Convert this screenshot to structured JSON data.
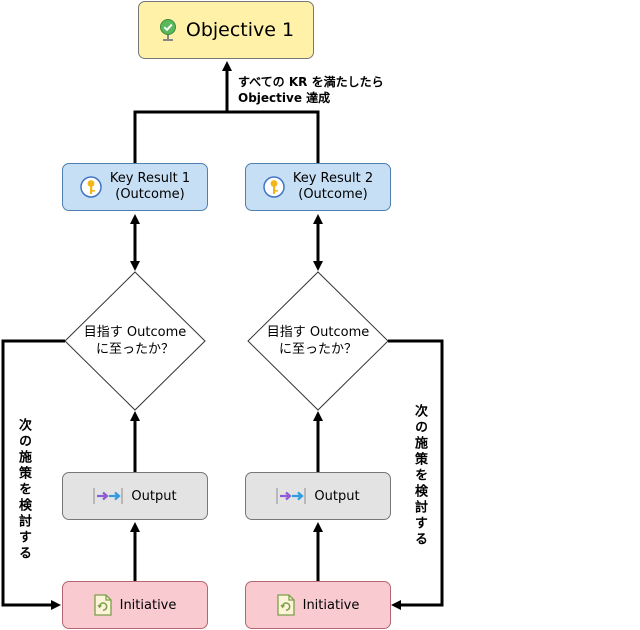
{
  "objective": {
    "label": "Objective 1"
  },
  "annotation": {
    "line1": "すべての KR を満たしたら",
    "line2": "Objective 達成"
  },
  "columns": [
    {
      "key_result": {
        "line1": "Key Result 1",
        "line2": "(Outcome)"
      },
      "decision": {
        "line1": "目指す Outcome",
        "line2": "に至ったか？"
      },
      "output": {
        "label": "Output"
      },
      "initiative": {
        "label": "Initiative"
      },
      "loop_label": "次の施策を検討する"
    },
    {
      "key_result": {
        "line1": "Key Result 2",
        "line2": "(Outcome)"
      },
      "decision": {
        "line1": "目指す Outcome",
        "line2": "に至ったか？"
      },
      "output": {
        "label": "Output"
      },
      "initiative": {
        "label": "Initiative"
      },
      "loop_label": "次の施策を検討する"
    }
  ],
  "icons": {
    "objective": "check-pin-icon",
    "key_result": "key-icon",
    "output": "output-arrows-icon",
    "initiative": "document-refresh-icon"
  },
  "colors": {
    "objective_fill": "#fff2a8",
    "key_result_fill": "#c7dff4",
    "output_fill": "#e3e3e3",
    "initiative_fill": "#f9cbd0",
    "line": "#000000"
  }
}
